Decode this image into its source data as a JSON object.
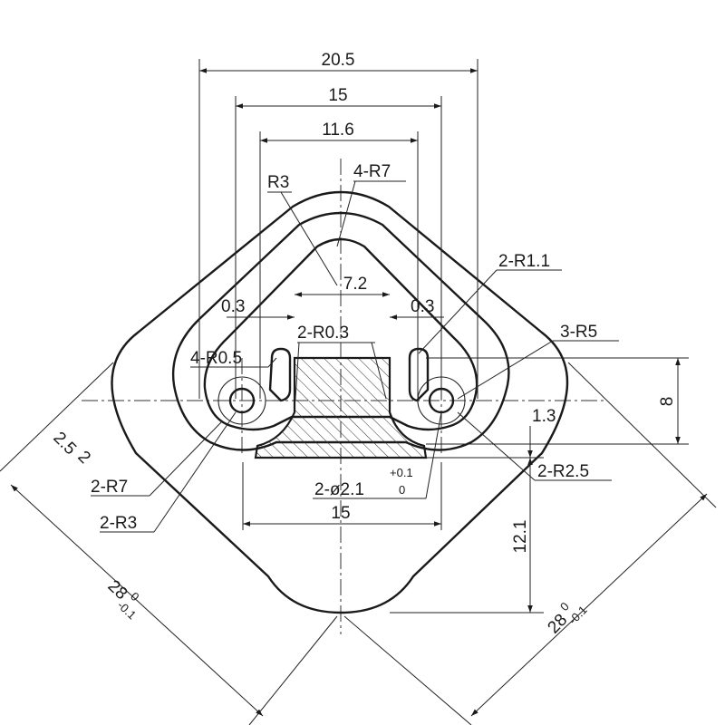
{
  "dimensions": {
    "w205": "20.5",
    "w15top": "15",
    "w116": "11.6",
    "w72": "7.2",
    "w15bottom": "15",
    "h8": "8",
    "h13": "1.3",
    "h121": "12.1",
    "t03_left": "0.3",
    "t03_right": "0.3",
    "t25": "2.5",
    "t2": "2",
    "d28_left": "28",
    "d28_right": "28"
  },
  "tolerances": {
    "d28_left_upper": "0",
    "d28_left_lower": "-0.1",
    "d28_right_upper": "0",
    "d28_right_lower": "-0.1",
    "hole_upper": "+0.1",
    "hole_lower": "0"
  },
  "callouts": {
    "r3_top": "R3",
    "r7_top": "4-R7",
    "r11": "2-R1.1",
    "r03": "2-R0.3",
    "r05": "4-R0.5",
    "r5": "3-R5",
    "r7_left": "2-R7",
    "r3_left": "2-R3",
    "r25": "2-R2.5",
    "hole": "2-ø2.1"
  }
}
